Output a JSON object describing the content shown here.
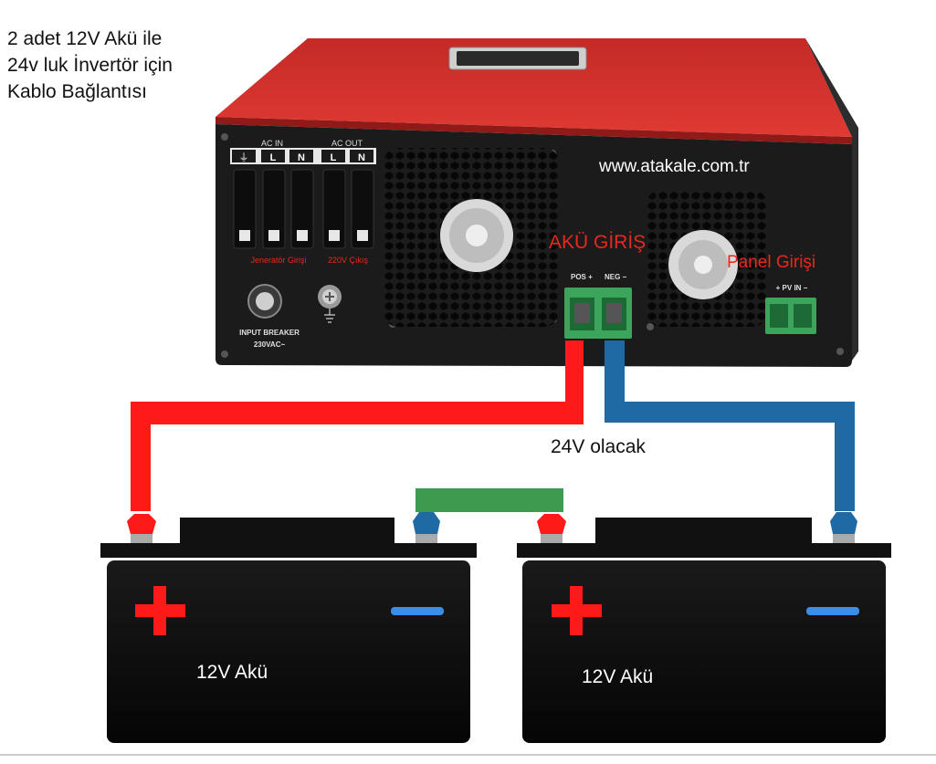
{
  "title": "2 adet 12V Akü ile\n24v luk İnvertör için\nKablo Bağlantısı",
  "website": "www.atakale.com.tr",
  "battery_input_label": "AKÜ GİRİŞ",
  "panel_input_label": "Panel Girişi",
  "voltage_note": "24V olacak",
  "inverter": {
    "ac_in_label": "AC IN",
    "ac_out_label": "AC OUT",
    "terminal_ground": "⏚",
    "terminal_l": "L",
    "terminal_n": "N",
    "generator_label": "Jeneratör Girişi",
    "output_label": "220V Çıkış",
    "breaker_label": "INPUT  BREAKER",
    "breaker_rating": "230VAC~",
    "pos_label": "POS +",
    "neg_label": "NEG −",
    "pv_label": "+ PV IN −"
  },
  "batteries": [
    {
      "label": "12V Akü"
    },
    {
      "label": "12V Akü"
    }
  ],
  "colors": {
    "positive_cable": "#ff1a1a",
    "negative_cable": "#1f6aa5",
    "link_cable": "#3e9a4e",
    "inverter_red": "#d8322e",
    "label_red": "#e8281e"
  }
}
